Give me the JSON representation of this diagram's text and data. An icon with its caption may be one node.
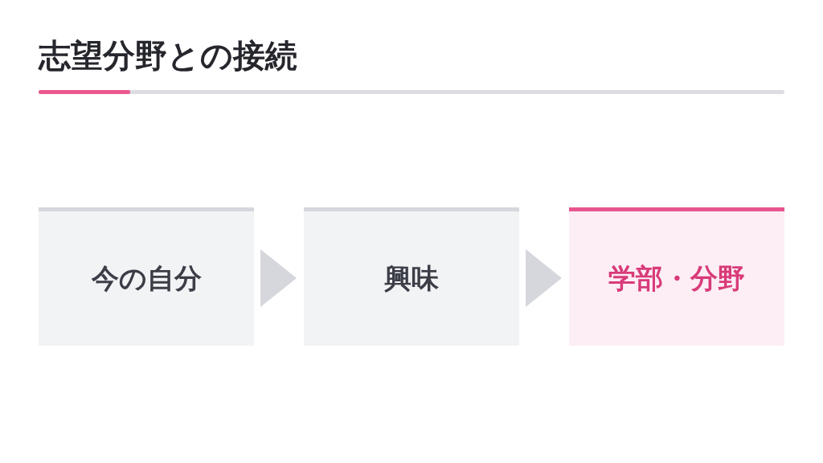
{
  "diagram": {
    "title": "志望分野との接続",
    "nodes": [
      {
        "text": [
          "今の自分"
        ]
      },
      {
        "text": [
          "興味"
        ]
      },
      {
        "text": [
          "学部・分野"
        ]
      }
    ],
    "edges": [
      {
        "from": 0,
        "to": 1,
        "arrow": "to"
      },
      {
        "from": 1,
        "to": 2,
        "arrow": "to"
      }
    ]
  }
}
